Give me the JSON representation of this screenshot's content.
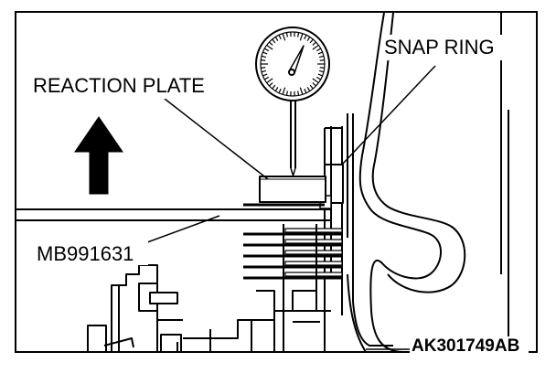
{
  "labels": {
    "snap_ring": "SNAP RING",
    "reaction_plate": "REACTION PLATE",
    "tool_number": "MB991631",
    "figure_code": "AK301749AB"
  },
  "icons": {
    "direction": "up-arrow-icon",
    "gauge": "dial-indicator-icon"
  },
  "colors": {
    "ink": "#000000",
    "paper": "#ffffff"
  }
}
